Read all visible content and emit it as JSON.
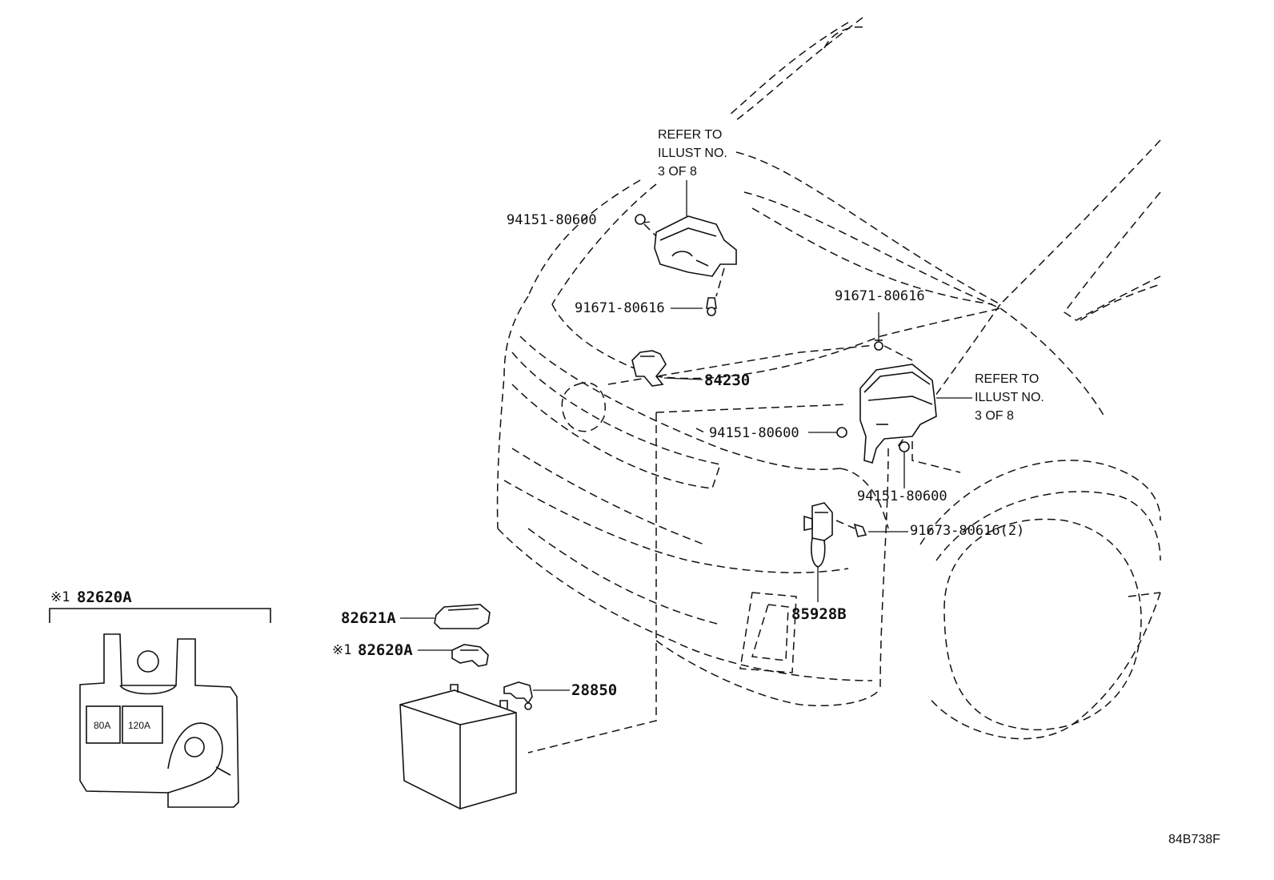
{
  "labels": {
    "p94151_top": "94151-80600",
    "p91671_mid": "91671-80616",
    "p84230": "84230",
    "p91671_right": "91671-80616",
    "p94151_mid": "94151-80600",
    "p94151_low": "94151-80600",
    "p91673": "91673-80616(2)",
    "p85928B": "85928B",
    "p82621A": "82621A",
    "p82620A_mark": "※1",
    "p82620A": "82620A",
    "p28850": "28850",
    "inset_mark": "※1",
    "inset_part": "82620A"
  },
  "references": {
    "ref_upper": "REFER TO\nILLUST NO.\n3 OF 8",
    "ref_right": "REFER TO\nILLUST NO.\n3 OF 8"
  },
  "inset": {
    "fuse_80": "80A",
    "fuse_120": "120A"
  },
  "illustration_code": "84B738F"
}
